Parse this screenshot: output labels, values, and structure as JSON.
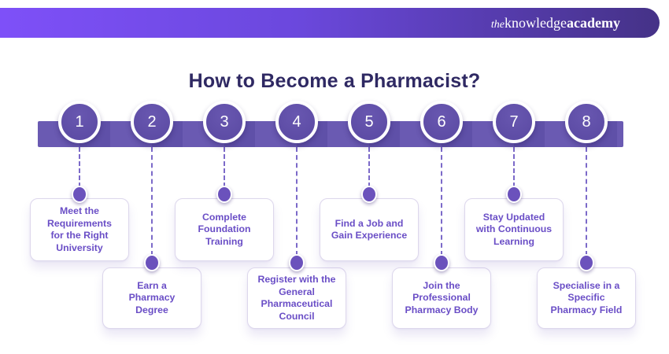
{
  "brand": {
    "logo_the": "the",
    "logo_knowledge": "knowledge",
    "logo_academy": "academy"
  },
  "title": "How to Become a Pharmacist?",
  "colors": {
    "banner_gradient_start": "#7e50f8",
    "banner_gradient_end": "#453287",
    "title_text": "#2f2963",
    "timeline_bar": "#6a5ab2",
    "timeline_bar_alt": "#5f50a8",
    "step_circle": "#5e4da6",
    "dashed_connector": "#7c6ac9",
    "connector_dot": "#6b52bc",
    "card_border": "#ddd7ec",
    "card_text": "#6a4ec6"
  },
  "steps": [
    {
      "number": "1",
      "label": "Meet the\nRequirements\nfor the Right\nUniversity",
      "position": "top"
    },
    {
      "number": "2",
      "label": "Earn a\nPharmacy\nDegree",
      "position": "bottom"
    },
    {
      "number": "3",
      "label": "Complete\nFoundation\nTraining",
      "position": "top"
    },
    {
      "number": "4",
      "label": "Register with the\nGeneral\nPharmaceutical\nCouncil",
      "position": "bottom"
    },
    {
      "number": "5",
      "label": "Find a Job and\nGain Experience",
      "position": "top"
    },
    {
      "number": "6",
      "label": "Join the\nProfessional\nPharmacy Body",
      "position": "bottom"
    },
    {
      "number": "7",
      "label": "Stay Updated\nwith Continuous\nLearning",
      "position": "top"
    },
    {
      "number": "8",
      "label": "Specialise in a\nSpecific\nPharmacy Field",
      "position": "bottom"
    }
  ]
}
